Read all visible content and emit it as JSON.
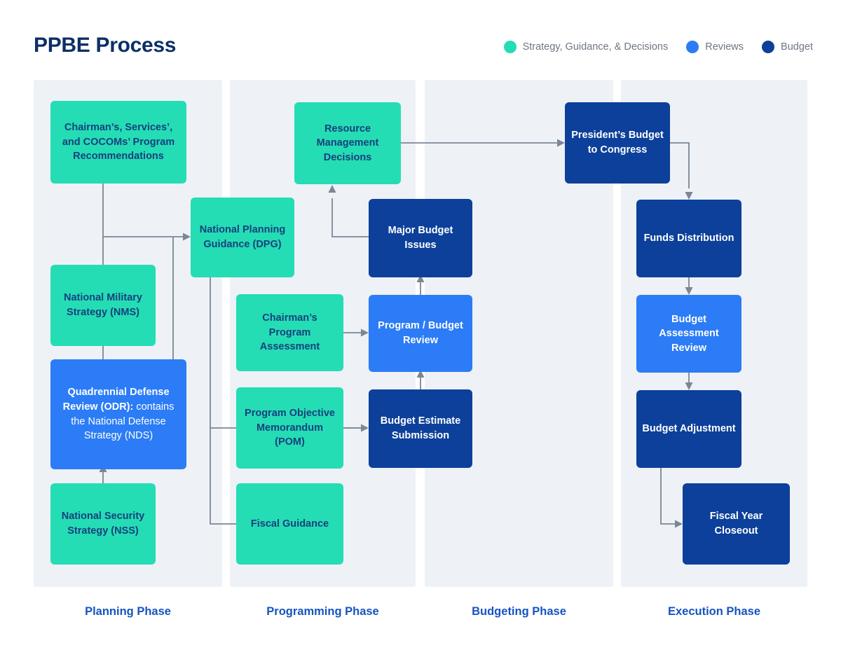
{
  "header": {
    "title": "PPBE Process",
    "legend": [
      {
        "label": "Strategy, Guidance, & Decisions",
        "color": "#24ddb4",
        "icon": "legend-dot-green"
      },
      {
        "label": "Reviews",
        "color": "#2b7cf6",
        "icon": "legend-dot-blue"
      },
      {
        "label": "Budget",
        "color": "#0c409a",
        "icon": "legend-dot-navy"
      }
    ]
  },
  "colors": {
    "strategy_green": "#24ddb4",
    "reviews_blue": "#2b7cf6",
    "budget_navy": "#0c409a",
    "band_background": "#eef1f6",
    "connector": "#7b8794",
    "title_navy": "#0d2f66",
    "phase_label_blue": "#1554c0",
    "teal_text": "#17407e"
  },
  "phases": [
    {
      "label": "Planning Phase"
    },
    {
      "label": "Programming Phase"
    },
    {
      "label": "Budgeting Phase"
    },
    {
      "label": "Execution Phase"
    }
  ],
  "nodes": {
    "chairman_services_cocoms": {
      "text": "Chairman’s, Services’, and COCOMs’ Program Recommendations",
      "category": "Strategy, Guidance, & Decisions"
    },
    "national_military_strategy": {
      "text": "National Military Strategy (NMS)",
      "category": "Strategy, Guidance, & Decisions"
    },
    "quadrennial_defense_review_bold": {
      "text": "Quadrennial Defense Review (ODR):",
      "category": "Reviews"
    },
    "quadrennial_defense_review_rest": {
      "text": " contains the National Defense Strategy (NDS)",
      "category": "Reviews"
    },
    "national_security_strategy": {
      "text": "National Security Strategy (NSS)",
      "category": "Strategy, Guidance, & Decisions"
    },
    "national_planning_guidance": {
      "text": "National Planning Guidance (DPG)",
      "category": "Strategy, Guidance, & Decisions"
    },
    "resource_management_decisions": {
      "text": "Resource Management Decisions",
      "category": "Strategy, Guidance, & Decisions"
    },
    "chairmans_program_assessment": {
      "text": "Chairman’s Program Assessment",
      "category": "Strategy, Guidance, & Decisions"
    },
    "program_objective_memorandum": {
      "text": "Program Objective Memorandum (POM)",
      "category": "Strategy, Guidance, & Decisions"
    },
    "fiscal_guidance": {
      "text": "Fiscal Guidance",
      "category": "Strategy, Guidance, & Decisions"
    },
    "major_budget_issues": {
      "text": "Major Budget Issues",
      "category": "Budget"
    },
    "program_budget_review": {
      "text": "Program / Budget Review",
      "category": "Reviews"
    },
    "budget_estimate_submission": {
      "text": "Budget Estimate Submission",
      "category": "Budget"
    },
    "presidents_budget_to_congress": {
      "text": "President’s Budget to Congress",
      "category": "Budget"
    },
    "funds_distribution": {
      "text": "Funds Distribution",
      "category": "Budget"
    },
    "budget_assessment_review": {
      "text": "Budget Assessment Review",
      "category": "Reviews"
    },
    "budget_adjustment": {
      "text": "Budget Adjustment",
      "category": "Budget"
    },
    "fiscal_year_closeout": {
      "text": "Fiscal Year Closeout",
      "category": "Budget"
    }
  }
}
